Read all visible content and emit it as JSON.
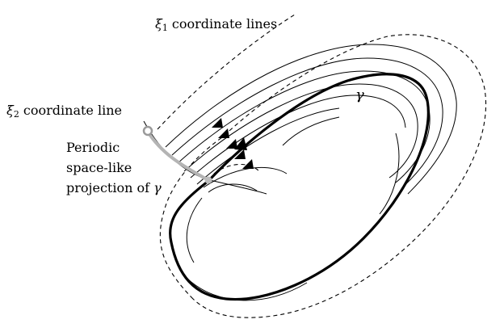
{
  "labels": {
    "xi1": "ξ",
    "xi1_sub": "1",
    "xi1_rest": " coordinate lines",
    "xi2": "ξ",
    "xi2_sub": "2",
    "xi2_rest": " coordinate line",
    "gamma": "γ",
    "projection_line1": "Periodic",
    "projection_line2": "space-like",
    "projection_line3": "projection of ",
    "projection_gamma": "γ"
  },
  "colors": {
    "curve": "#000000",
    "projection": "#b4b4b4"
  }
}
